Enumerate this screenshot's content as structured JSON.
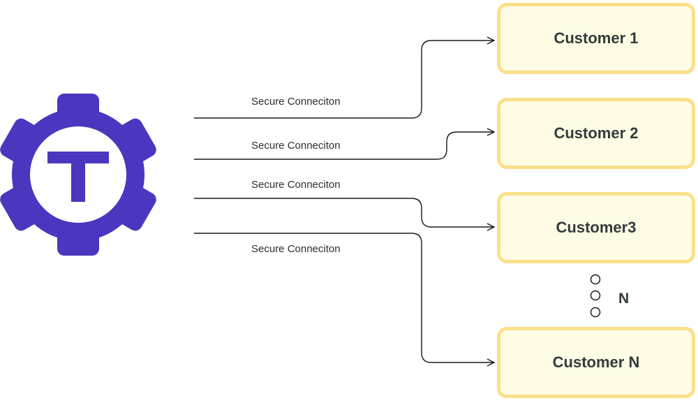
{
  "logo": {
    "icon": "gear-with-T-logo-icon",
    "color": "#4a37bf",
    "letter": "T"
  },
  "connections": [
    {
      "label": "Secure Conneciton",
      "target": "Customer 1"
    },
    {
      "label": "Secure Conneciton",
      "target": "Customer 2"
    },
    {
      "label": "Secure Conneciton",
      "target": "Customer3"
    },
    {
      "label": "Secure Conneciton",
      "target": "Customer N"
    }
  ],
  "customers": [
    "Customer 1",
    "Customer 2",
    "Customer3",
    "Customer N"
  ],
  "ellipsis": {
    "label": "N"
  },
  "colors": {
    "box_fill": "#fefce4",
    "box_border": "#fbe08a",
    "text": "#323c3c",
    "line": "#1a1a1a"
  }
}
